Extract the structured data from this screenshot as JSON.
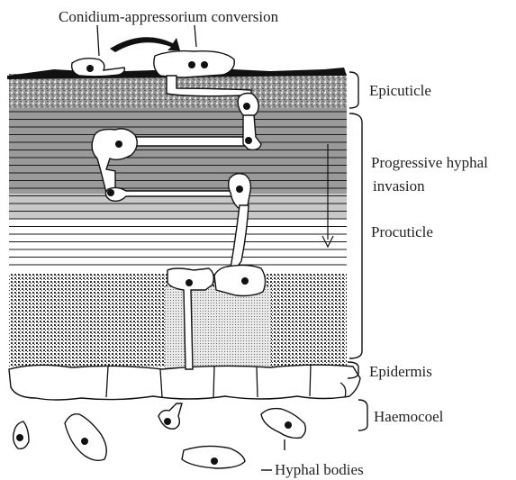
{
  "diagram": {
    "title": "Conidium-appressorium conversion",
    "labels": {
      "epicuticle": "Epicuticle",
      "progressive_line1": "Progressive hyphal",
      "progressive_line2": "invasion",
      "procuticle": "Procuticle",
      "epidermis": "Epidermis",
      "haemocoel": "Haemocoel",
      "hyphal_bodies": "Hyphal bodies"
    }
  },
  "colors": {
    "ink": "#111111",
    "cell_fill": "#ffffff",
    "band_dark": "#8a8a8a",
    "band_mid": "#b5b5b5",
    "band_light": "#dcdcdc",
    "stipple": "#444444"
  }
}
